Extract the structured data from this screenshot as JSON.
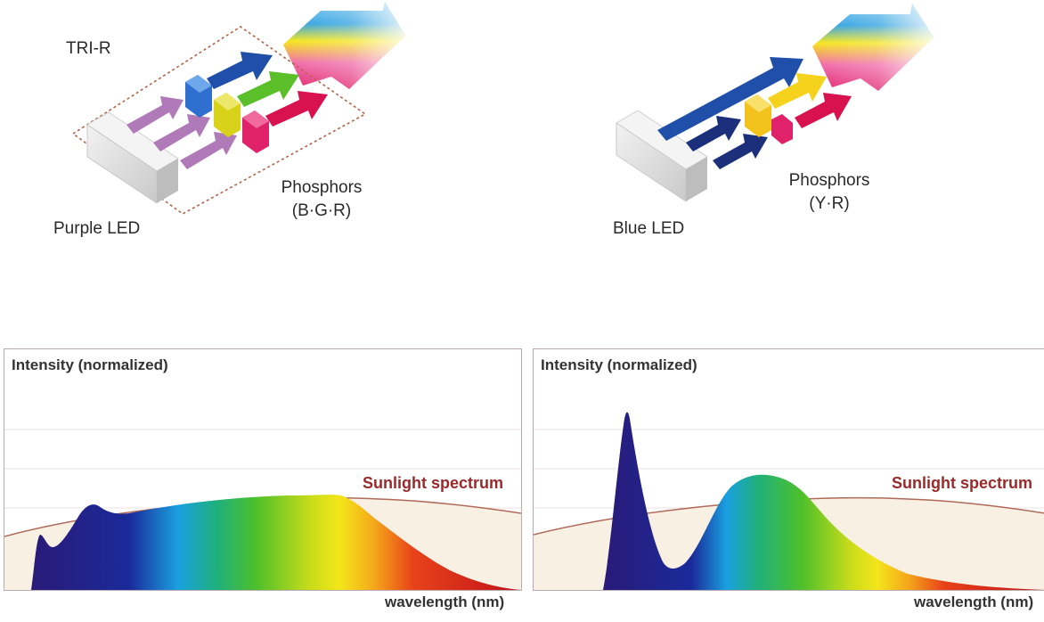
{
  "left_diagram": {
    "title": "TRI-R",
    "led_label": "Purple LED",
    "phosphor_title": "Phosphors",
    "phosphor_types": "(B·G·R)"
  },
  "right_diagram": {
    "led_label": "Blue LED",
    "phosphor_title": "Phosphors",
    "phosphor_types": "(Y·R)"
  },
  "left_chart": {
    "ylabel": "Intensity (normalized)",
    "xlabel": "wavelength (nm)",
    "reference_label": "Sunlight spectrum"
  },
  "right_chart": {
    "ylabel": "Intensity (normalized)",
    "xlabel": "wavelength (nm)",
    "reference_label": "Sunlight spectrum"
  },
  "colors": {
    "purple_arrow": "#b07ab8",
    "blue": "#1f4fa8",
    "green": "#5bbf2a",
    "yellow": "#f2d31c",
    "red": "#d8124f",
    "sunlight_fill": "#f8f0e2",
    "sunlight_line": "#b06a5a"
  }
}
